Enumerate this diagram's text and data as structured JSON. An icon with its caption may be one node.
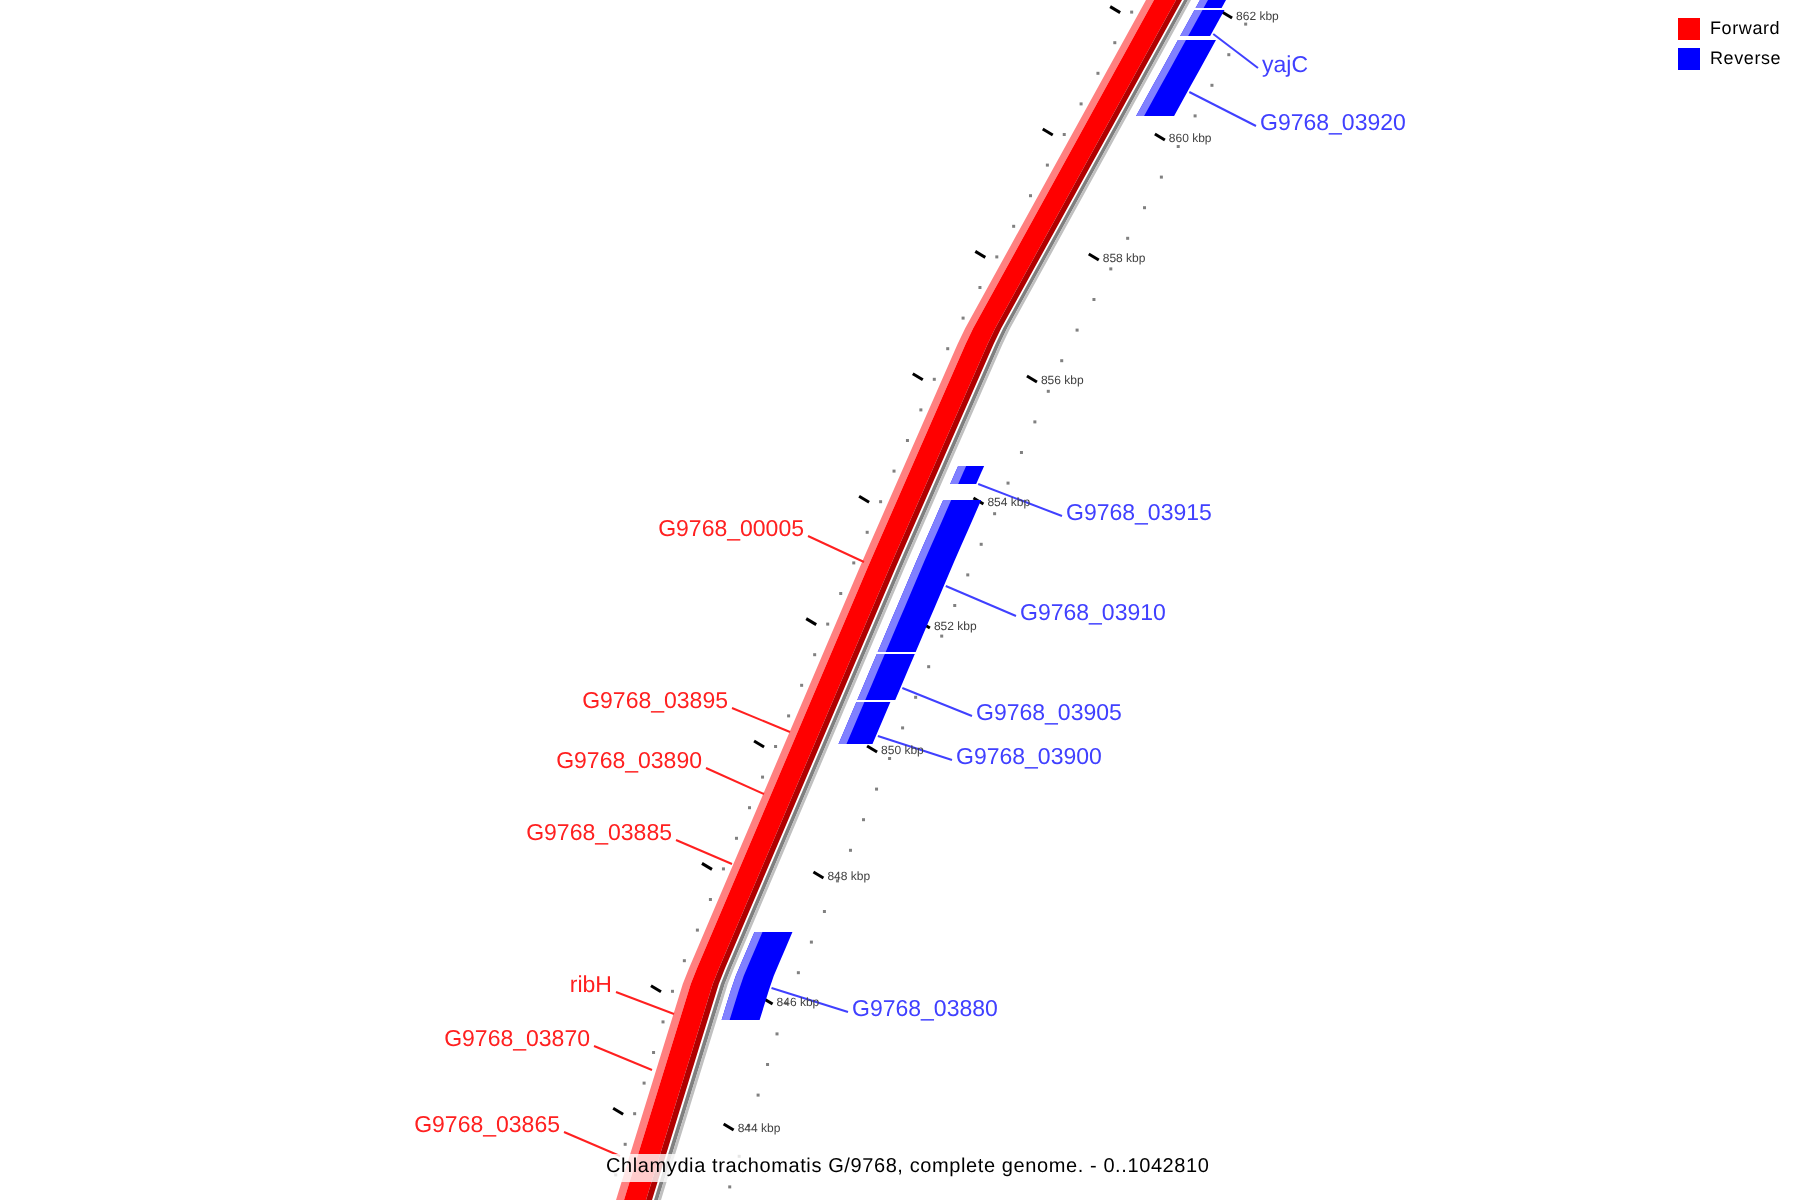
{
  "diagram": {
    "caption": "Chlamydia trachomatis G/9768, complete genome. - 0..1042810",
    "nodes": [
      {
        "text": [
          "yajC"
        ]
      },
      {
        "text": [
          "G9768_03920"
        ]
      },
      {
        "text": [
          "G9768_00005"
        ]
      },
      {
        "text": [
          "G9768_03915"
        ]
      },
      {
        "text": [
          "G9768_03910"
        ]
      },
      {
        "text": [
          "G9768_03905"
        ]
      },
      {
        "text": [
          "G9768_03895"
        ]
      },
      {
        "text": [
          "G9768_03900"
        ]
      },
      {
        "text": [
          "G9768_03890"
        ]
      },
      {
        "text": [
          "G9768_03885"
        ]
      },
      {
        "text": [
          "ribH"
        ]
      },
      {
        "text": [
          "G9768_03880"
        ]
      },
      {
        "text": [
          "G9768_03870"
        ]
      },
      {
        "text": [
          "G9768_03865"
        ]
      },
      {
        "text": [],
        "shape": "bar"
      },
      {
        "text": [],
        "shape": "bar"
      },
      {
        "text": [],
        "shape": "bar"
      },
      {
        "text": [],
        "shape": "bar"
      },
      {
        "text": [],
        "shape": "bar"
      },
      {
        "text": [],
        "shape": "bar"
      },
      {
        "text": [],
        "shape": "bar"
      },
      {
        "text": [],
        "shape": "bar"
      }
    ],
    "edges": [
      {
        "from": 0,
        "to": 15,
        "arrow": "none",
        "color": "#4040ff"
      },
      {
        "from": 1,
        "to": 16,
        "arrow": "none",
        "color": "#4040ff"
      },
      {
        "from": 2,
        "to": null,
        "arrow": "none",
        "color": "#ff2020"
      },
      {
        "from": 3,
        "to": 17,
        "arrow": "none",
        "color": "#4040ff"
      },
      {
        "from": 4,
        "to": 18,
        "arrow": "none",
        "color": "#4040ff"
      },
      {
        "from": 5,
        "to": 19,
        "arrow": "none",
        "color": "#4040ff"
      },
      {
        "from": 6,
        "to": null,
        "arrow": "none",
        "color": "#ff2020"
      },
      {
        "from": 7,
        "to": 20,
        "arrow": "none",
        "color": "#4040ff"
      },
      {
        "from": 8,
        "to": null,
        "arrow": "none",
        "color": "#ff2020"
      },
      {
        "from": 9,
        "to": null,
        "arrow": "none",
        "color": "#ff2020"
      },
      {
        "from": 10,
        "to": null,
        "arrow": "none",
        "color": "#ff2020"
      },
      {
        "from": 11,
        "to": 21,
        "arrow": "none",
        "color": "#4040ff"
      },
      {
        "from": 12,
        "to": null,
        "arrow": "none",
        "color": "#ff2020"
      },
      {
        "from": 13,
        "to": null,
        "arrow": "none",
        "color": "#ff2020"
      }
    ],
    "labels": [
      "862 kbp",
      "860 kbp",
      "858 kbp",
      "856 kbp",
      "854 kbp",
      "852 kbp",
      "850 kbp",
      "848 kbp",
      "846 kbp",
      "844 kbp"
    ],
    "legend": [
      {
        "text": "Forward",
        "color": "#ff0000"
      },
      {
        "text": "Reverse",
        "color": "#0000ff"
      }
    ]
  }
}
